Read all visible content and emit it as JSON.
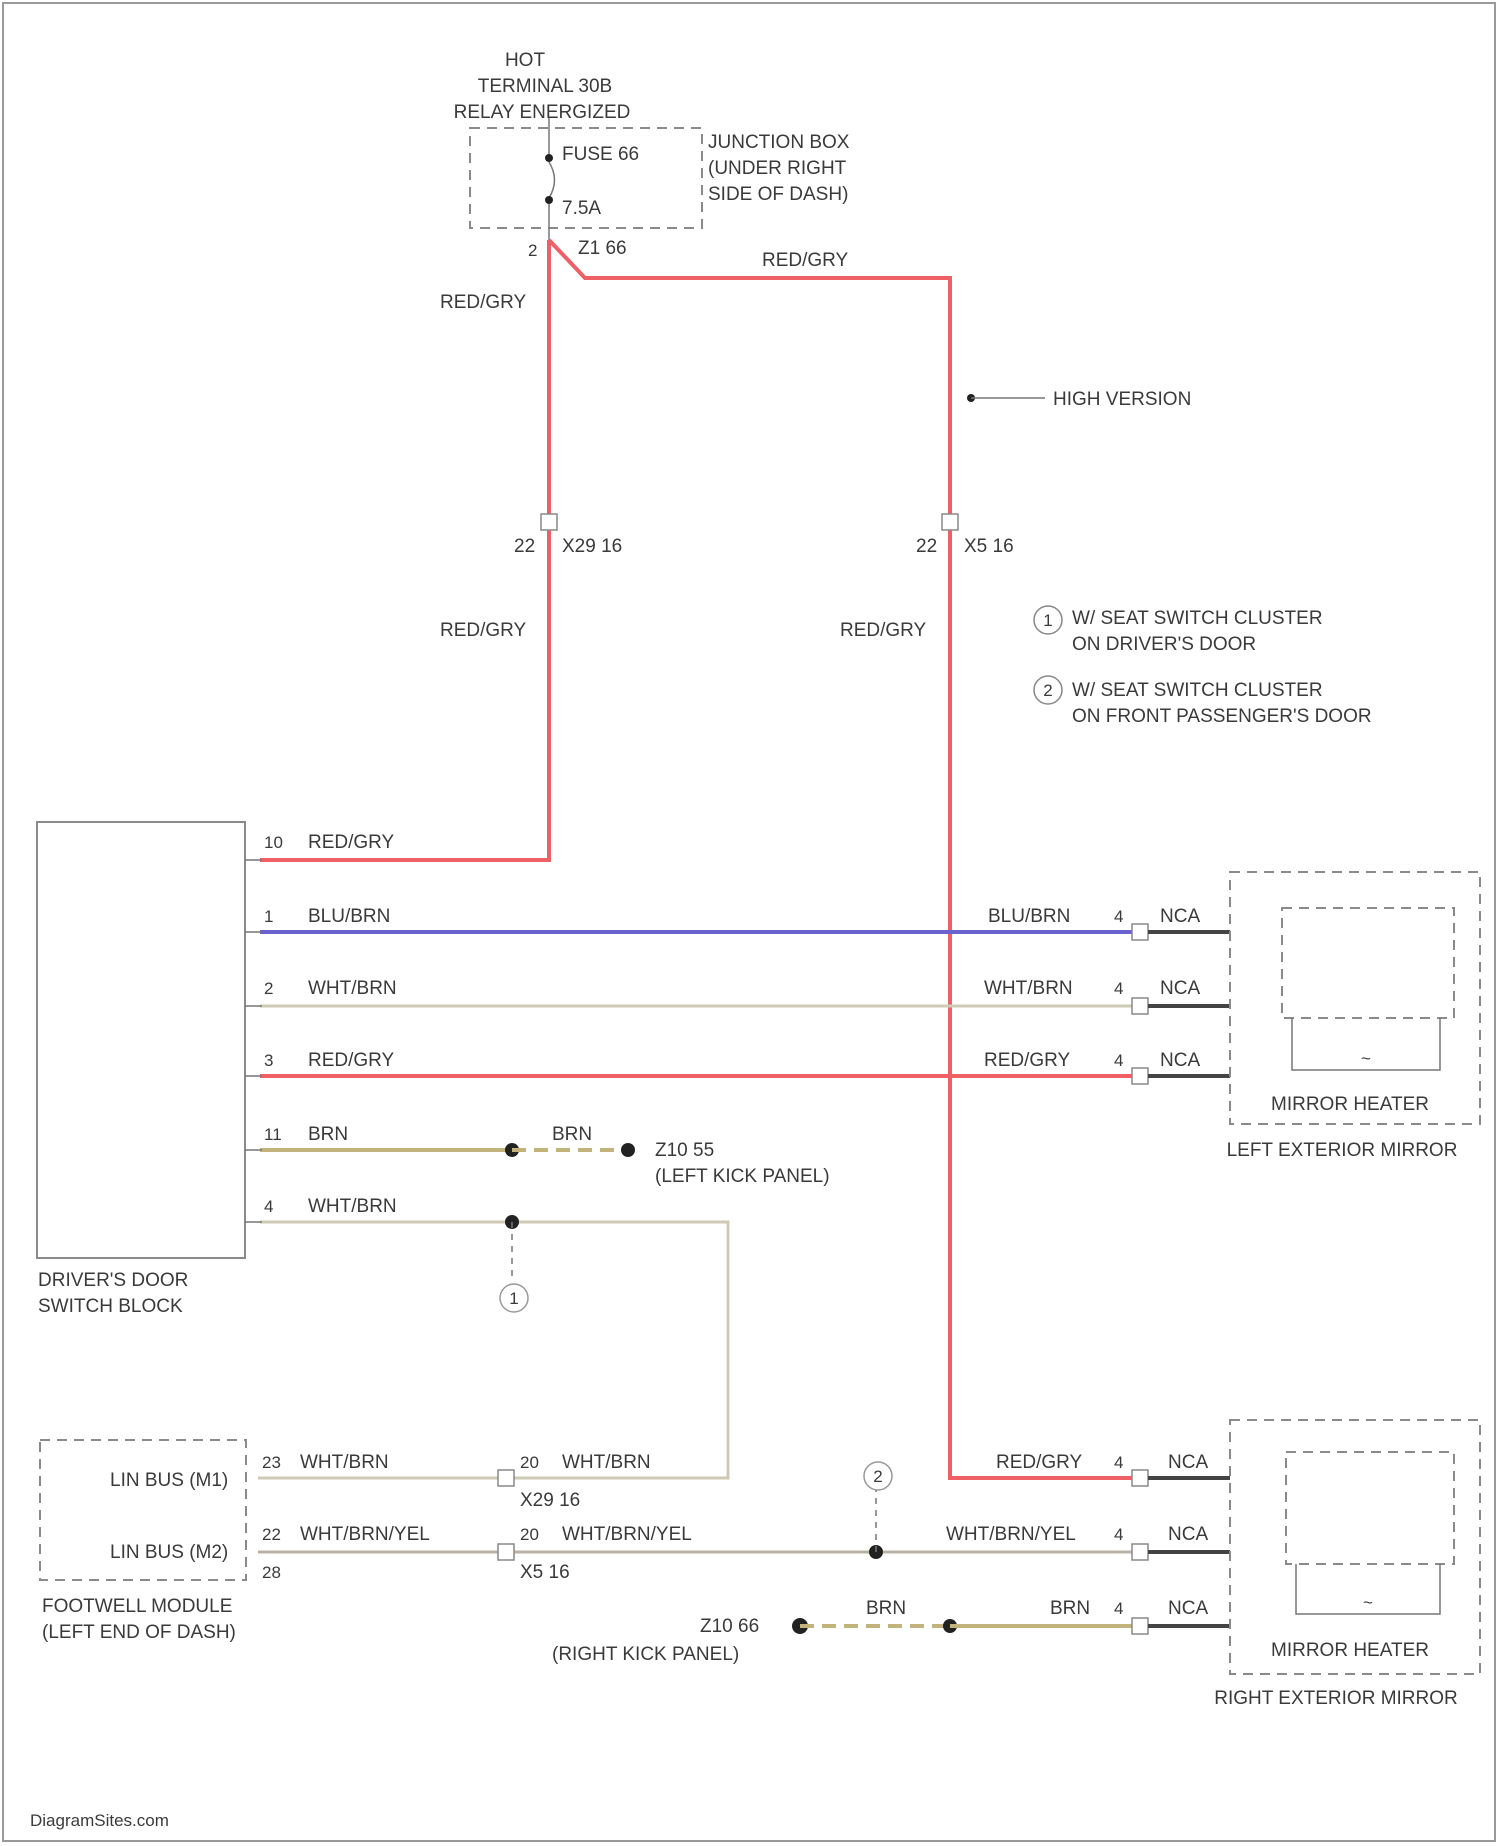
{
  "power_source": {
    "hot_label": [
      "HOT",
      "TERMINAL 30B",
      "RELAY ENERGIZED"
    ],
    "fuse_label": "FUSE 66",
    "fuse_rating": "7.5A",
    "junction_box_label": [
      "JUNCTION BOX",
      "(UNDER RIGHT",
      "SIDE OF DASH)"
    ],
    "pin_label": "2",
    "connector_label": "Z1 66"
  },
  "wires": {
    "red_gry": "RED/GRY",
    "blu_brn": "BLU/BRN",
    "wht_brn": "WHT/BRN",
    "brn": "BRN",
    "wht_brn_yel": "WHT/BRN/YEL",
    "nca": "NCA"
  },
  "splices": {
    "high_version": "HIGH VERSION",
    "x29_pin": "22",
    "x29_label": "X29 16",
    "x5_pin": "22",
    "x5_label": "X5 16"
  },
  "legend": [
    {
      "num": "1",
      "lines": [
        "W/ SEAT SWITCH CLUSTER",
        "ON DRIVER'S DOOR"
      ]
    },
    {
      "num": "2",
      "lines": [
        "W/ SEAT SWITCH CLUSTER",
        "ON FRONT PASSENGER'S DOOR"
      ]
    }
  ],
  "switch_block": {
    "label": [
      "DRIVER'S DOOR",
      "SWITCH BLOCK"
    ],
    "pins": [
      "10",
      "1",
      "2",
      "3",
      "11",
      "4"
    ]
  },
  "grounds": {
    "left": [
      "Z10 55",
      "(LEFT KICK PANEL)"
    ],
    "right": [
      "Z10 66",
      "(RIGHT KICK PANEL)"
    ]
  },
  "left_mirror": {
    "inner_label": "MIRROR HEATER",
    "label": "LEFT EXTERIOR MIRROR",
    "pin": "4"
  },
  "right_mirror": {
    "inner_label": "MIRROR HEATER",
    "label": "RIGHT EXTERIOR MIRROR",
    "pin": "4"
  },
  "footwell": {
    "label": [
      "FOOTWELL MODULE",
      "(LEFT END OF DASH)"
    ],
    "lin1": "LIN BUS (M1)",
    "lin2": "LIN BUS (M2)",
    "pin1": "23",
    "pin2": "22",
    "conn": "28"
  },
  "connectors": {
    "x29_pin": "20",
    "x29": "X29 16",
    "x5_pin": "20",
    "x5": "X5 16"
  },
  "callouts": {
    "one": "1",
    "two": "2"
  },
  "watermark": "DiagramSites.com"
}
